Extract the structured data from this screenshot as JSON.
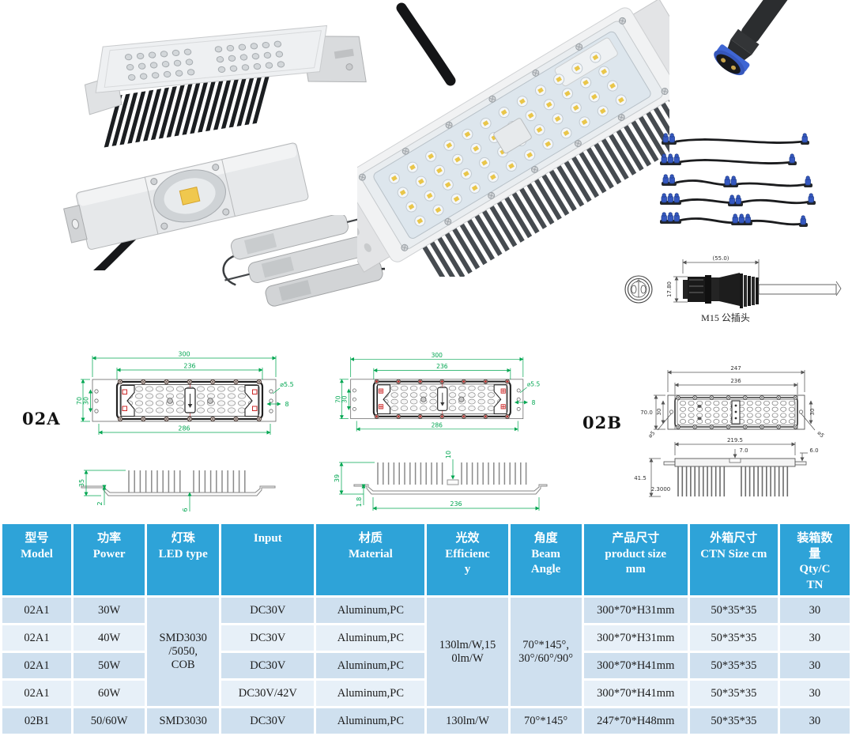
{
  "labels": {
    "drawing_a": "02A",
    "drawing_b": "02B",
    "connector_drawing": "M15 公插头"
  },
  "dims": {
    "a_top": {
      "outer": "300",
      "lens": "236",
      "height": "70",
      "holes": "30",
      "inner": "286",
      "hole_dia": "⌀5.5",
      "hole_offset": "8"
    },
    "a_profile": {
      "height": "35",
      "tab": "2",
      "notch": "6"
    },
    "a2_top": {
      "outer": "300",
      "lens": "236",
      "height": "70",
      "holes": "30",
      "inner": "286",
      "hole_dia": "⌀5.5",
      "hole_offset": "8"
    },
    "a2_profile": {
      "height": "39",
      "tab": "1.8",
      "notch": "10",
      "width": "236"
    },
    "b_top": {
      "outer": "247",
      "lens": "236",
      "height": "70.0",
      "holes_left": "30",
      "holes_right": "30",
      "hole_dia_left": "⌀5",
      "hole_dia_right": "⌀5"
    },
    "b_profile": {
      "width": "219.5",
      "notch": "7.0",
      "edge": "6.0",
      "height": "41.5",
      "base": "2.3000"
    },
    "connector": {
      "length": "(55.0)",
      "diameter": "17.80"
    }
  },
  "table": {
    "headers": [
      "型号\nModel",
      "功率\nPower",
      "灯珠\nLED type",
      "Input",
      "材质\nMaterial",
      "光效\nEfficienc\ny",
      "角度\nBeam\nAngle",
      "产品尺寸\nproduct size\nmm",
      "外箱尺寸\nCTN Size cm",
      "装箱数\n量\nQty/C\nTN"
    ],
    "merged": {
      "led_type": "SMD3030\n/5050,\nCOB",
      "efficiency": "130lm/W,15\n0lm/W",
      "beam_angle": "70°*145°,\n30°/60°/90°"
    },
    "rows": [
      {
        "model": "02A1",
        "power": "30W",
        "input": "DC30V",
        "material": "Aluminum,PC",
        "size": "300*70*H31mm",
        "ctn": "50*35*35",
        "qty": "30"
      },
      {
        "model": "02A1",
        "power": "40W",
        "input": "DC30V",
        "material": "Aluminum,PC",
        "size": "300*70*H31mm",
        "ctn": "50*35*35",
        "qty": "30"
      },
      {
        "model": "02A1",
        "power": "50W",
        "input": "DC30V",
        "material": "Aluminum,PC",
        "size": "300*70*H41mm",
        "ctn": "50*35*35",
        "qty": "30"
      },
      {
        "model": "02A1",
        "power": "60W",
        "input": "DC30V/42V",
        "material": "Aluminum,PC",
        "size": "300*70*H41mm",
        "ctn": "50*35*35",
        "qty": "30"
      },
      {
        "model": "02B1",
        "power": "50/60W",
        "led_type": "SMD3030",
        "input": "DC30V",
        "material": "Aluminum,PC",
        "efficiency": "130lm/W",
        "beam_angle": "70°*145°",
        "size": "247*70*H48mm",
        "ctn": "50*35*35",
        "qty": "30"
      }
    ]
  },
  "colors": {
    "table_header_blue": "#2EA3D8",
    "row_blue": "#CFE0EF",
    "row_light": "#E7F0F8",
    "dimension_green": "#00A651",
    "marker_red": "#CC2A2A",
    "connector_blue": "#3A5FC8"
  }
}
